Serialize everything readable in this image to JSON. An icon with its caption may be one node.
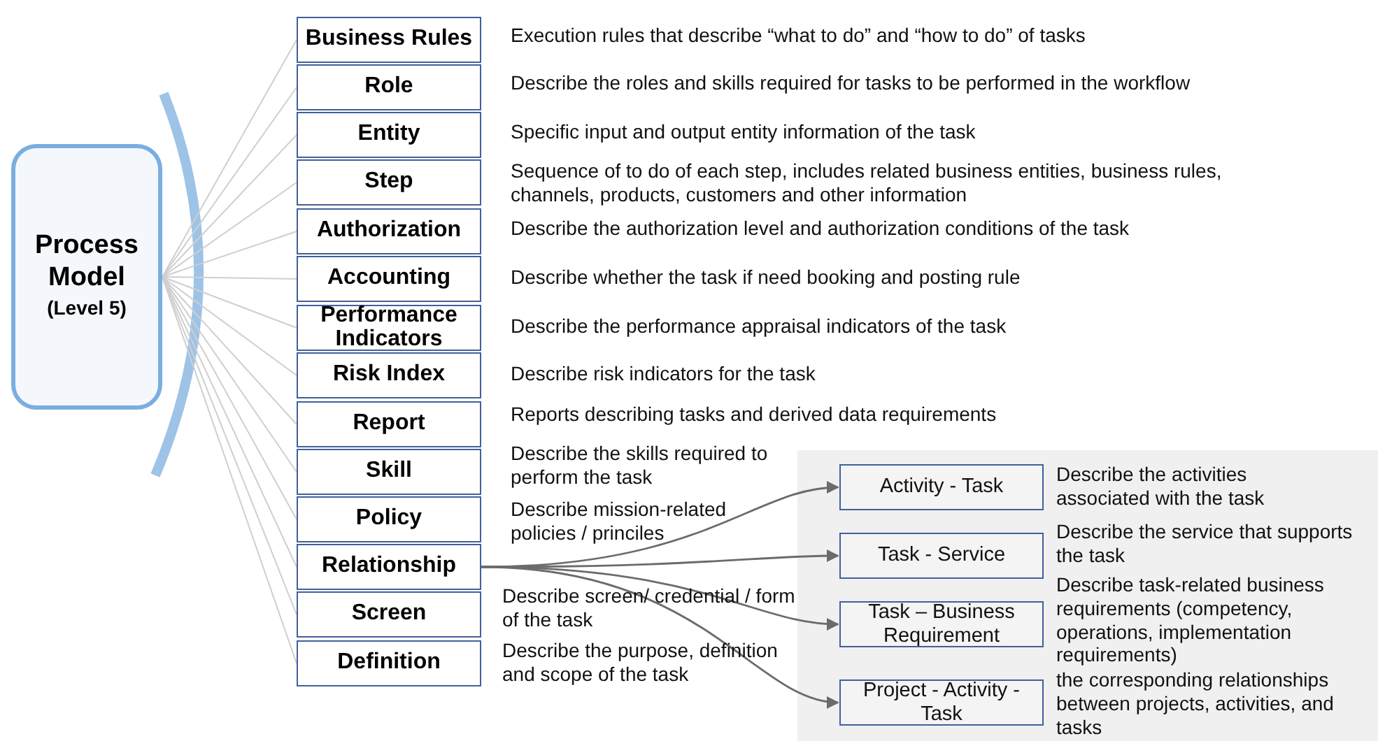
{
  "diagram": {
    "nodes": [
      {
        "text": [
          "Process Model",
          "(Level 5)"
        ]
      },
      {
        "text": [
          "Business Rules"
        ],
        "beside": [
          "Execution rules that describe “what to do” and “how to do” of tasks"
        ]
      },
      {
        "text": [
          "Role"
        ],
        "beside": [
          "Describe the roles and skills required for tasks to be performed in the workflow"
        ]
      },
      {
        "text": [
          "Entity"
        ],
        "beside": [
          "Specific input and output entity information of the task"
        ]
      },
      {
        "text": [
          "Step"
        ],
        "beside": [
          "Sequence of to do of each step, includes related business entities, business rules, channels, products, customers and other information"
        ]
      },
      {
        "text": [
          "Authorization"
        ],
        "beside": [
          "Describe the authorization level and authorization conditions of the task"
        ]
      },
      {
        "text": [
          "Accounting"
        ],
        "beside": [
          "Describe whether the task if need booking and posting rule"
        ]
      },
      {
        "text": [
          "Performance Indicators"
        ],
        "beside": [
          "Describe the performance appraisal indicators of the task"
        ]
      },
      {
        "text": [
          "Risk Index"
        ],
        "beside": [
          "Describe risk indicators for the task"
        ]
      },
      {
        "text": [
          "Report"
        ],
        "beside": [
          "Reports describing tasks and derived data requirements"
        ]
      },
      {
        "text": [
          "Skill"
        ],
        "beside": [
          "Describe the skills required to perform the task"
        ]
      },
      {
        "text": [
          "Policy"
        ],
        "beside": [
          "Describe mission-related policies / princiles"
        ]
      },
      {
        "text": [
          "Relationship"
        ]
      },
      {
        "text": [
          "Screen"
        ],
        "beside": [
          "Describe screen/ credential / form of the task"
        ]
      },
      {
        "text": [
          "Definition"
        ],
        "beside": [
          "Describe the purpose, definition and scope of the task"
        ]
      },
      {
        "text": [
          "Activity - Task"
        ],
        "beside": [
          "Describe the activities associated with the task"
        ]
      },
      {
        "text": [
          "Task - Service"
        ],
        "beside": [
          "Describe the service that supports the task"
        ]
      },
      {
        "text": [
          "Task – Business Requirement"
        ],
        "beside": [
          "Describe task-related business requirements (competency, operations, implementation requirements)"
        ]
      },
      {
        "text": [
          "Project - Activity - Task"
        ],
        "beside": [
          "the corresponding relationships between projects, activities, and tasks"
        ]
      }
    ],
    "edges": [
      {
        "from": 0,
        "to": 1,
        "arrow": "none"
      },
      {
        "from": 0,
        "to": 2,
        "arrow": "none"
      },
      {
        "from": 0,
        "to": 3,
        "arrow": "none"
      },
      {
        "from": 0,
        "to": 4,
        "arrow": "none"
      },
      {
        "from": 0,
        "to": 5,
        "arrow": "none"
      },
      {
        "from": 0,
        "to": 6,
        "arrow": "none"
      },
      {
        "from": 0,
        "to": 7,
        "arrow": "none"
      },
      {
        "from": 0,
        "to": 8,
        "arrow": "none"
      },
      {
        "from": 0,
        "to": 9,
        "arrow": "none"
      },
      {
        "from": 0,
        "to": 10,
        "arrow": "none"
      },
      {
        "from": 0,
        "to": 11,
        "arrow": "none"
      },
      {
        "from": 0,
        "to": 12,
        "arrow": "none"
      },
      {
        "from": 0,
        "to": 13,
        "arrow": "none"
      },
      {
        "from": 0,
        "to": 14,
        "arrow": "none"
      },
      {
        "from": 12,
        "to": 15,
        "arrow": "to",
        "color": "#6b6b6b"
      },
      {
        "from": 12,
        "to": 16,
        "arrow": "to",
        "color": "#6b6b6b"
      },
      {
        "from": 12,
        "to": 17,
        "arrow": "to",
        "color": "#6b6b6b"
      },
      {
        "from": 12,
        "to": 18,
        "arrow": "to",
        "color": "#6b6b6b"
      }
    ]
  }
}
